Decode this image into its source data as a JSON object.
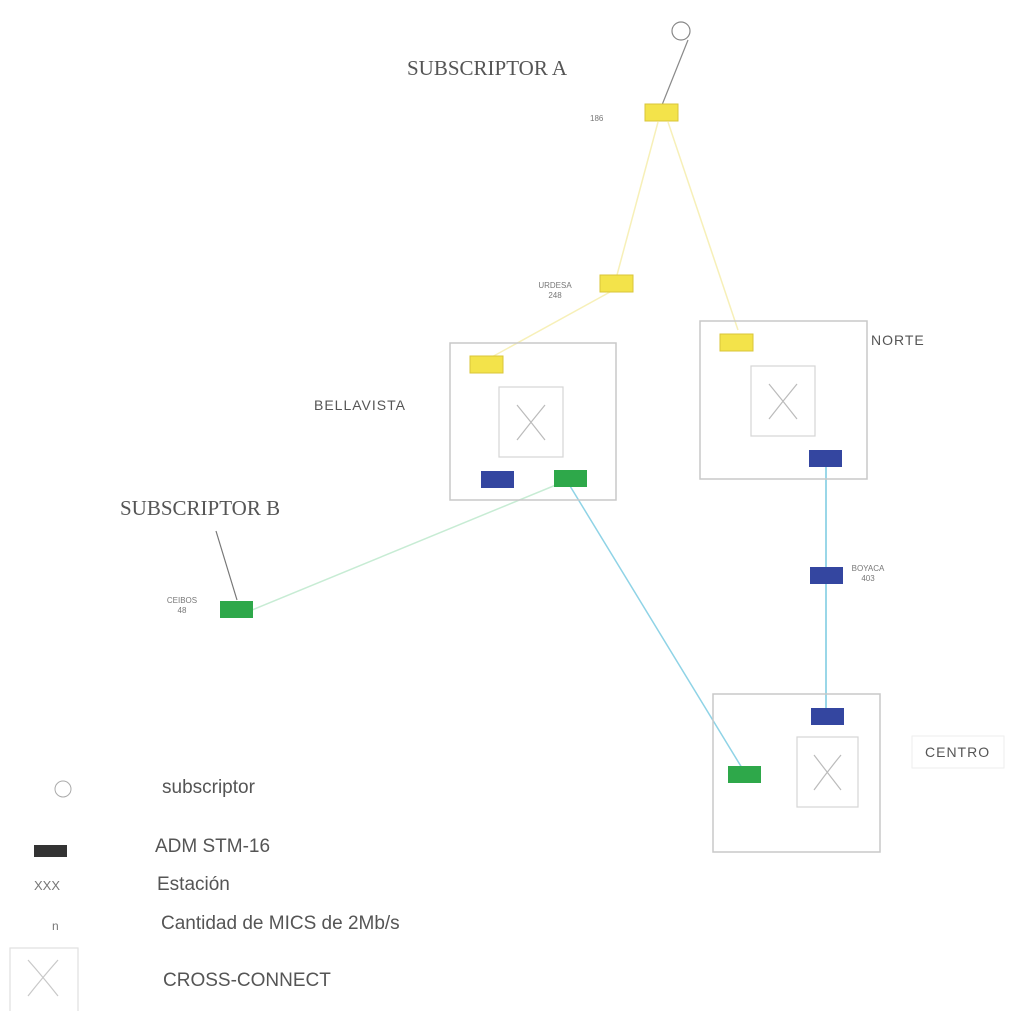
{
  "labels": {
    "subscriptor_a": "SUBSCRIPTOR  A",
    "subscriptor_b": "SUBSCRIPTOR B",
    "bellavista": "BELLAVISTA",
    "norte": "NORTE",
    "centro": "CENTRO",
    "count_a": "186",
    "urdesa_name": "URDESA",
    "urdesa_count": "248",
    "ceibos_name": "CEIBOS",
    "ceibos_count": "48",
    "boyaca_name": "BOYACA",
    "boyaca_count": "403"
  },
  "colors": {
    "yellow_adm": "#f3e34a",
    "blue_adm": "#3446a0",
    "green_adm": "#2ea84a",
    "link_yellow": "#f7f0b8",
    "link_cyan": "#8fd3e6",
    "box_border": "#c8c8c8"
  },
  "legend": {
    "subscriptor": "subscriptor",
    "adm": "ADM STM-16",
    "station_symbol": "XXX",
    "station": "Estación",
    "n_symbol": "n",
    "mics": "Cantidad de  MICS de 2Mb/s",
    "cross": "CROSS-CONNECT"
  }
}
